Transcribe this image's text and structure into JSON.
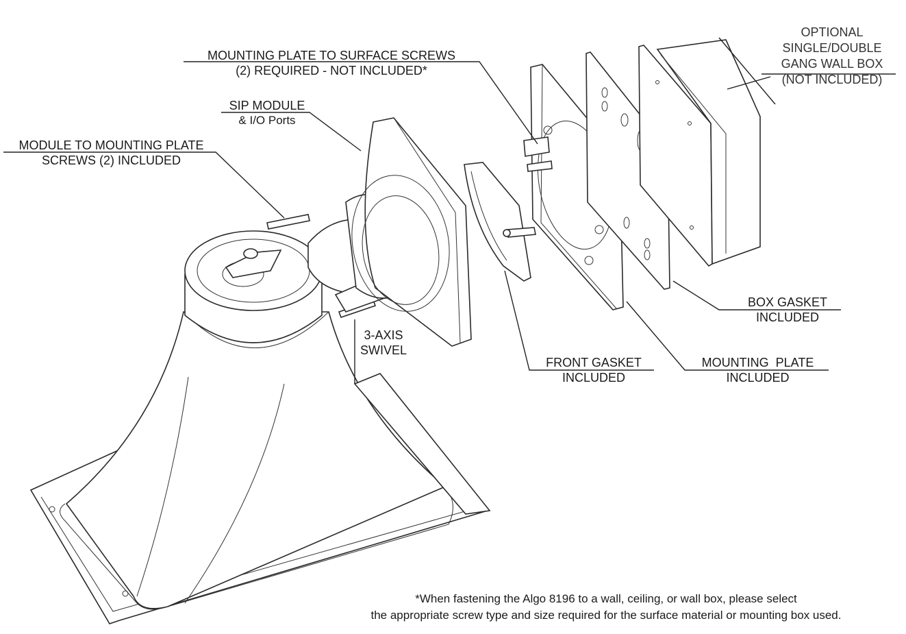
{
  "diagram": {
    "subject": "Algo 8196 horn speaker exploded mounting view",
    "labels": {
      "mounting_plate_screws": {
        "line1": "MOUNTING PLATE TO SURFACE SCREWS",
        "line2": "(2) REQUIRED - NOT INCLUDED*"
      },
      "sip_module": {
        "line1": "SIP MODULE",
        "line2": "& I/O Ports"
      },
      "module_screws": {
        "line1": "MODULE TO MOUNTING PLATE",
        "line2": "SCREWS (2) INCLUDED"
      },
      "wall_box": {
        "line1": "OPTIONAL",
        "line2": "SINGLE/DOUBLE",
        "line3": "GANG WALL BOX",
        "line4": "(NOT INCLUDED)"
      },
      "box_gasket": {
        "line1": "BOX GASKET",
        "line2": "INCLUDED"
      },
      "swivel": {
        "line1": "3-AXIS",
        "line2": "SWIVEL"
      },
      "front_gasket": {
        "line1": "FRONT GASKET",
        "line2": "INCLUDED"
      },
      "mounting_plate": {
        "line1": "MOUNTING  PLATE",
        "line2": "INCLUDED"
      }
    },
    "footnote": {
      "line1": "*When fastening the Algo 8196 to a wall, ceiling, or wall box, please select",
      "line2": "the appropriate screw type and size required for the surface material or mounting box used."
    }
  }
}
